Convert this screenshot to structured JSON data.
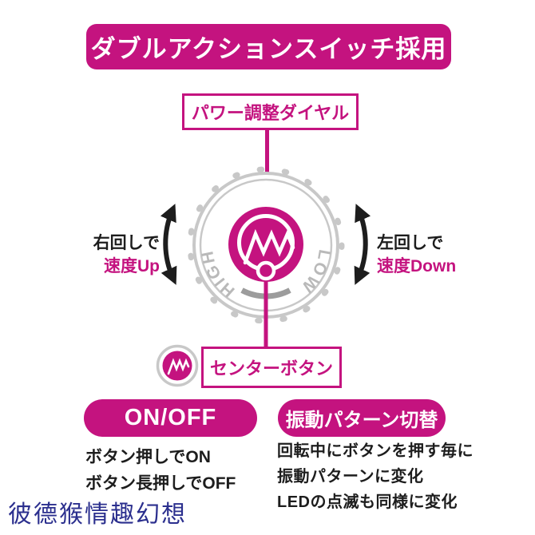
{
  "colors": {
    "magenta": "#c4137f",
    "ring_gray": "#c8c8c8",
    "arc_gray": "#9c9c9c",
    "dial_text_gray": "#b9b9b9",
    "text_dark": "#1d1d1d",
    "watermark_blue": "#2b2f8e"
  },
  "banner": {
    "title": "ダブルアクションスイッチ採用"
  },
  "dial": {
    "label": "パワー調整ダイヤル",
    "high": "HIGH",
    "low": "LOW",
    "left_note": {
      "line1": "右回しで",
      "line2": "速度Up"
    },
    "right_note": {
      "line1": "左回しで",
      "line2": "速度Down"
    },
    "center_button_label": "センターボタン",
    "icons": {
      "dial_center": "vibration-wave-icon",
      "center_button": "vibration-wave-icon",
      "left_arrow": "rotate-clockwise-arrow-icon",
      "right_arrow": "rotate-counterclockwise-arrow-icon"
    }
  },
  "sections": {
    "on_off": {
      "title": "ON/OFF",
      "lines": [
        "ボタン押しでON",
        "ボタン長押しでOFF"
      ]
    },
    "pattern": {
      "title": "振動パターン切替",
      "lines": [
        "回転中にボタンを押す毎に",
        "振動パターンに変化",
        "LEDの点滅も同様に変化"
      ]
    }
  },
  "watermark": "彼德猴情趣幻想"
}
